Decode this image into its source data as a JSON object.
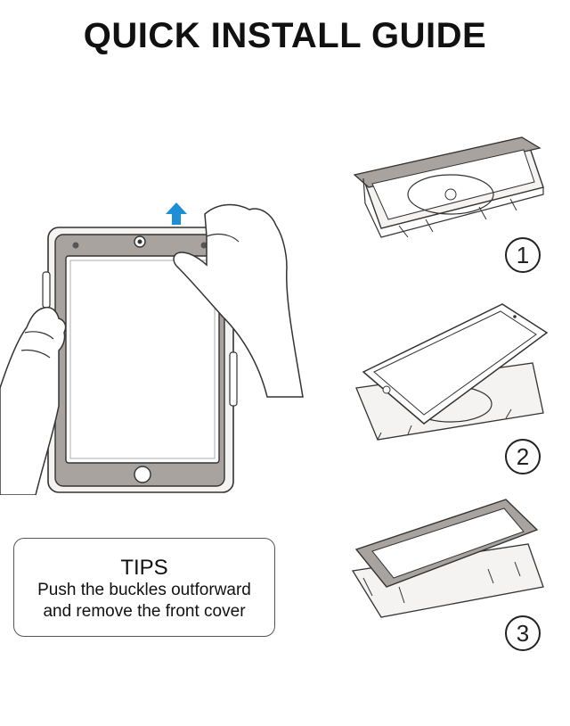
{
  "header": {
    "title": "QUICK INSTALL GUIDE"
  },
  "steps": [
    {
      "number": "1"
    },
    {
      "number": "2"
    },
    {
      "number": "3"
    }
  ],
  "tips": {
    "title": "TIPS",
    "lines": [
      "Push the buckles outforward",
      "and remove the front cover"
    ]
  },
  "colors": {
    "arrow": "#1d8fd6",
    "frame": "#a8a39f",
    "line": "#333333"
  }
}
